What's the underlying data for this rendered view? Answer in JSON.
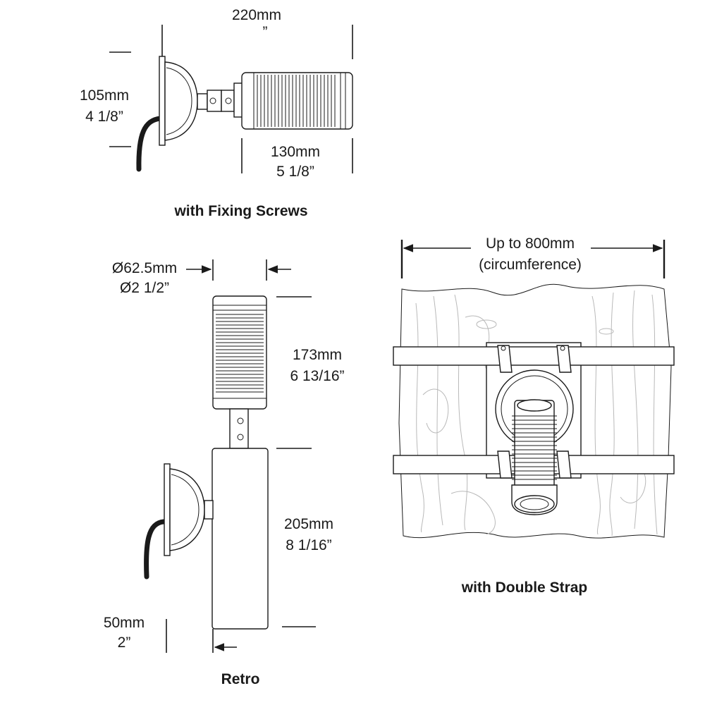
{
  "top_view": {
    "width_mm": "220mm",
    "width_in": "”",
    "height_mm": "105mm",
    "height_in": "4 1/8”",
    "length_mm": "130mm",
    "length_in": "5 1/8”",
    "caption": "with Fixing Screws"
  },
  "retro_view": {
    "diameter_mm": "Ø62.5mm",
    "diameter_in": "Ø2 1/2”",
    "head_mm": "173mm",
    "head_in": "6 13/16”",
    "box_mm": "205mm",
    "box_in": "8 1/16”",
    "offset_mm": "50mm",
    "offset_in": "2”",
    "caption": "Retro"
  },
  "strap_view": {
    "circumference_mm": "Up to 800mm",
    "circumference_note": "(circumference)",
    "caption": "with Double Strap"
  },
  "icons": [
    "spotlight-fixing-screws-drawing",
    "spotlight-retro-drawing",
    "spotlight-double-strap-drawing",
    "wood-post-texture",
    "cable-icon"
  ]
}
